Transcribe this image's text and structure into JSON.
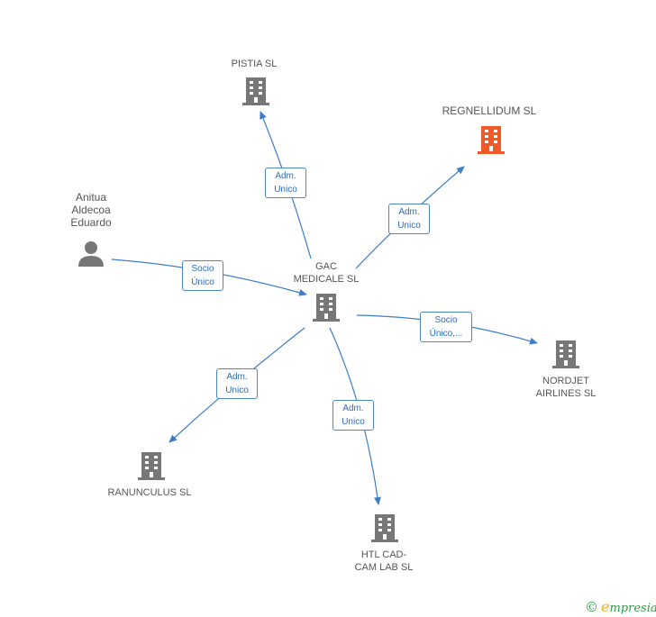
{
  "colors": {
    "edge": "#3d7cc9",
    "building": "#777777",
    "building_highlight": "#f05a28",
    "person": "#777777"
  },
  "nodes": {
    "center": {
      "label": "GAC\nMEDICALE SL",
      "icon": "building-icon"
    },
    "pistia": {
      "label": "PISTIA SL",
      "icon": "building-icon"
    },
    "regnellidum": {
      "label": "REGNELLIDUM SL",
      "icon": "building-icon"
    },
    "anitua": {
      "label": "Anitua\nAldecoa\nEduardo",
      "icon": "person-icon"
    },
    "nordjet": {
      "label": "NORDJET\nAIRLINES SL",
      "icon": "building-icon"
    },
    "ranunculus": {
      "label": "RANUNCULUS SL",
      "icon": "building-icon"
    },
    "htl": {
      "label": "HTL CAD-\nCAM LAB  SL",
      "icon": "building-icon"
    }
  },
  "edges": {
    "pistia": "Adm.\nUnico",
    "regnellidum": "Adm.\nUnico",
    "anitua": "Socio\nÚnico",
    "nordjet": "Socio\nÚnico,...",
    "ranunculus": "Adm.\nUnico",
    "htl": "Adm.\nUnico"
  },
  "footer": {
    "copyright": "©",
    "brand_initial": "e",
    "brand_rest": "mpresia"
  }
}
